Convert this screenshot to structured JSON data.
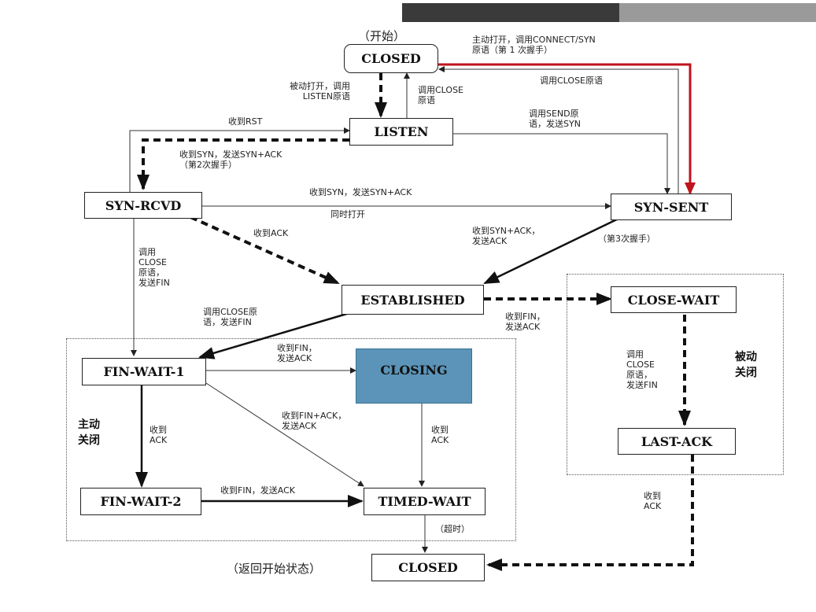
{
  "labels": {
    "start": "（开始）",
    "active_open": "主动打开，调用CONNECT/SYN\n原语（第 1 次握手）",
    "call_close_sent": "调用CLOSE原语",
    "passive_open": "被动打开，调用\nLISTEN原语",
    "call_close_listen": "调用CLOSE\n原语",
    "recv_rst": "收到RST",
    "send_syn": "调用SEND原\n语，发送SYN",
    "recv_syn_send_synack": "收到SYN，发送SYN+ACK\n（第2次握手）",
    "simul_syn": "收到SYN，发送SYN+ACK",
    "simul_open": "同时打开",
    "recv_ack": "收到ACK",
    "recv_synack": "收到SYN+ACK，\n发送ACK",
    "third_handshake": "（第3次握手）",
    "rcvd_close": "调用\nCLOSE\n原语，\n发送FIN",
    "est_close": "调用CLOSE原\n语，发送FIN",
    "recv_fin_closewait": "收到FIN，\n发送ACK",
    "recv_fin_closing": "收到FIN，\n发送ACK",
    "recv_finack": "收到FIN+ACK，\n发送ACK",
    "fw1_ack": "收到\nACK",
    "closing_ack": "收到\nACK",
    "fw2_fin": "收到FIN，发送ACK",
    "timeout": "（超时）",
    "return": "（返回开始状态）",
    "lastack_ack": "收到\nACK",
    "cw_close": "调用\nCLOSE\n原语，\n发送FIN",
    "active_close": "主动\n关闭",
    "passive_close": "被动\n关闭"
  },
  "states": {
    "closed_top": "CLOSED",
    "listen": "LISTEN",
    "syn_rcvd": "SYN-RCVD",
    "syn_sent": "SYN-SENT",
    "established": "ESTABLISHED",
    "close_wait": "CLOSE-WAIT",
    "fin_wait_1": "FIN-WAIT-1",
    "closing": "CLOSING",
    "last_ack": "LAST-ACK",
    "fin_wait_2": "FIN-WAIT-2",
    "timed_wait": "TIMED-WAIT",
    "closed_bottom": "CLOSED"
  },
  "colors": {
    "active_open_arrow": "#c0131c",
    "closing_highlight": "#5b94b8"
  }
}
